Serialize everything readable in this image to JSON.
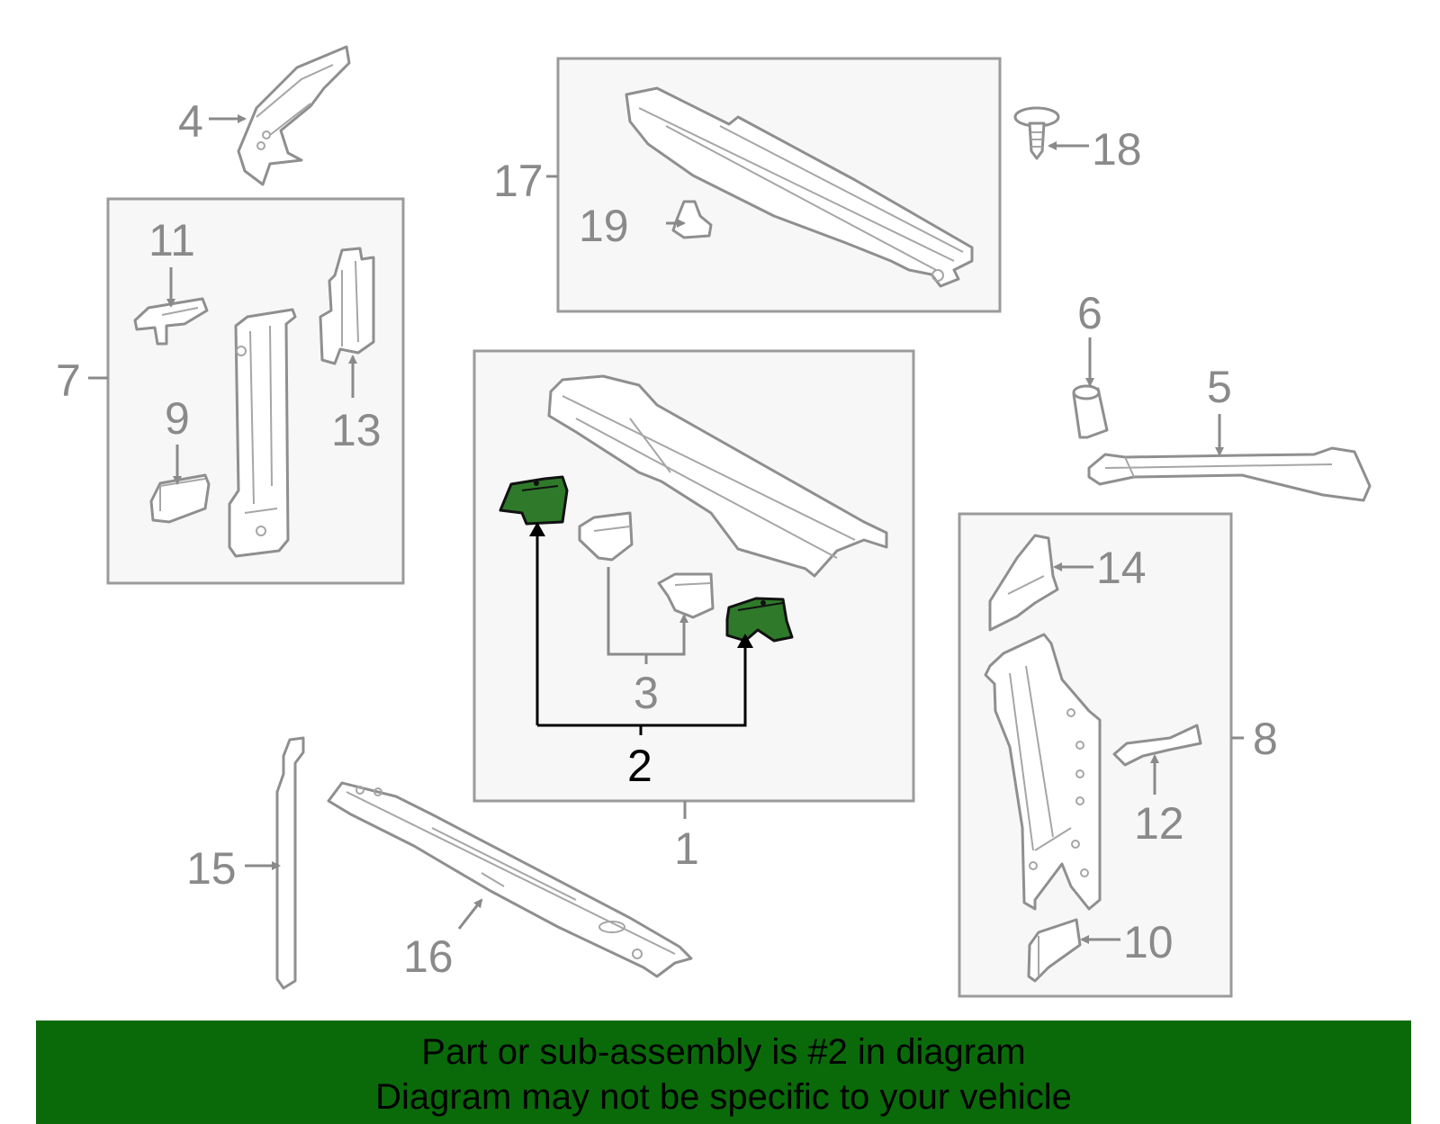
{
  "labels": {
    "l1": "1",
    "l2": "2",
    "l3": "3",
    "l4": "4",
    "l5": "5",
    "l6": "6",
    "l7": "7",
    "l8": "8",
    "l9": "9",
    "l10": "10",
    "l11": "11",
    "l12": "12",
    "l13": "13",
    "l14": "14",
    "l15": "15",
    "l16": "16",
    "l17": "17",
    "l18": "18",
    "l19": "19"
  },
  "highlight_color": "#2e7a2a",
  "banner": {
    "line1": "Part or sub-assembly is #2 in diagram",
    "line2": "Diagram may not be specific to your vehicle",
    "background": "#0a6a0a"
  }
}
